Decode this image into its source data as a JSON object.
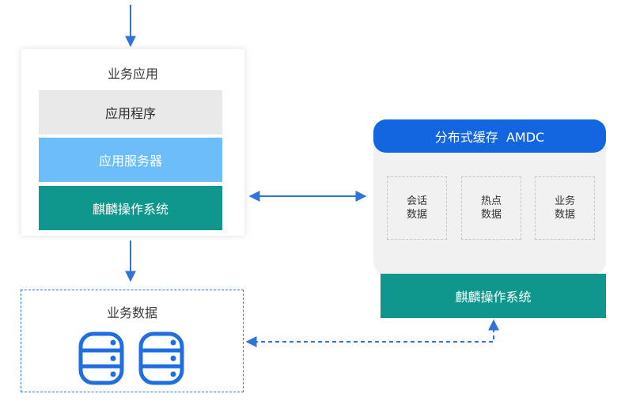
{
  "app": {
    "title": "业务应用",
    "layers": {
      "program": "应用程序",
      "server": "应用服务器",
      "os": "麒麟操作系统"
    }
  },
  "business_data": {
    "title": "业务数据",
    "db_icon_count": 2
  },
  "cache": {
    "title": "分布式缓存  AMDC",
    "items": [
      {
        "line1": "会话",
        "line2": "数据"
      },
      {
        "line1": "热点",
        "line2": "数据"
      },
      {
        "line1": "业务",
        "line2": "数据"
      }
    ],
    "os": "麒麟操作系统"
  },
  "colors": {
    "arrow": "#2f74d6",
    "teal": "#0f978d",
    "light_blue": "#6cbdf9",
    "header_blue": "#1466e0",
    "db_icon": "#1f6fe0"
  }
}
